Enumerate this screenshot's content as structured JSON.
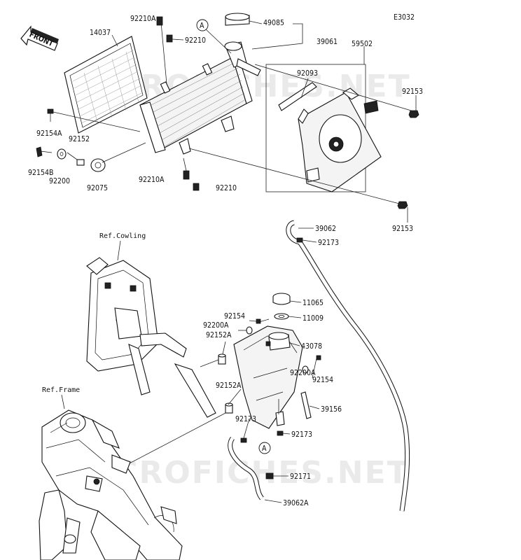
{
  "diagram_code": "E3032",
  "front_arrow": "FRONT",
  "watermark": "MICROFICHES.NET",
  "circle_marker": "A",
  "refs": {
    "cowling": "Ref.Cowling",
    "frame": "Ref.Frame"
  },
  "labels": {
    "p92210A_top": "92210A",
    "p14037": "14037",
    "p92210_top": "92210",
    "p49085": "49085",
    "p39061": "39061",
    "p59502": "59502",
    "p92093": "92093",
    "p92153_top": "92153",
    "p92154A": "92154A",
    "p92152": "92152",
    "p92154B": "92154B",
    "p92200": "92200",
    "p92075": "92075",
    "p92210A_bot": "92210A",
    "p92210_bot": "92210",
    "p92153_bot": "92153",
    "p39062": "39062",
    "p92173_top": "92173",
    "p11065": "11065",
    "p92154_left": "92154",
    "p11009": "11009",
    "p92200A_left": "92200A",
    "p43078": "43078",
    "p92152A_top": "92152A",
    "p92154_right": "92154",
    "p92200A_right": "92200A",
    "p92152A_bot": "92152A",
    "p39156": "39156",
    "p92173_mid": "92173",
    "p92173_right": "92173",
    "p92171": "92171",
    "p39062A": "39062A"
  }
}
